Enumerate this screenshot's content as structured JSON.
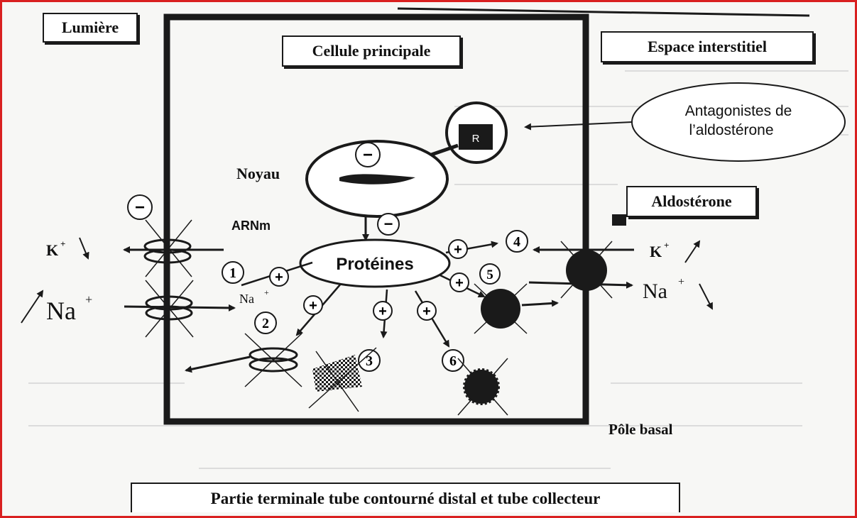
{
  "labels": {
    "lumen": "Lumière",
    "cell": "Cellule principale",
    "interstitial": "Espace interstitiel",
    "antagonists_line1": "Antagonistes de",
    "antagonists_line2": "l’aldostérone",
    "receptor": "R",
    "nucleus": "Noyau",
    "mrna": "ARNm",
    "proteins": "Protéines",
    "aldosterone": "Aldostérone",
    "k_left": "K",
    "na_left": "Na",
    "na_small": "Na",
    "k_right": "K",
    "na_right": "Na",
    "charge_plus": "+",
    "basal_pole": "Pôle basal",
    "caption": "Partie terminale tube contourné distal et tube collecteur"
  },
  "signs": {
    "minus": "−",
    "plus": "+"
  },
  "steps": [
    "1",
    "2",
    "3",
    "4",
    "5",
    "6"
  ],
  "colors": {
    "frame": "#d92020",
    "ink": "#1a1a1a",
    "paper": "#f7f7f5"
  }
}
